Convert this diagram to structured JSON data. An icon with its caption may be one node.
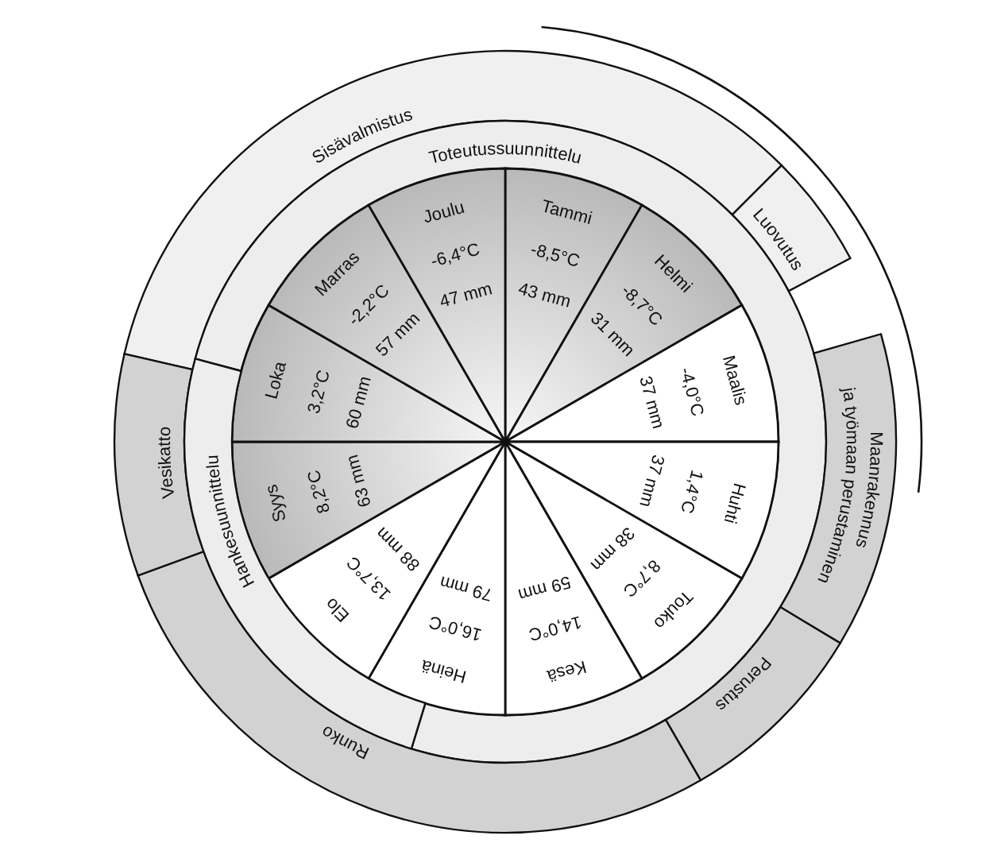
{
  "diagram": {
    "nodes": [
      {
        "text": [
          "Sisävalmistus"
        ]
      },
      {
        "text": [
          "Luovutus"
        ]
      },
      {
        "text": [
          "Toteutussuunnittelu"
        ]
      },
      {
        "text": [
          "Tammi",
          "-8,5°C",
          "43 mm"
        ]
      },
      {
        "text": [
          "Helmi",
          "-8,7°C",
          "31 mm"
        ]
      },
      {
        "text": [
          "Maalis",
          "-4,0°C",
          "37 mm"
        ]
      },
      {
        "text": [
          "Huhti",
          "1,4°C",
          "37 mm"
        ]
      },
      {
        "text": [
          "Touko",
          "8,7°C",
          "38 mm"
        ]
      },
      {
        "text": [
          "Kesä",
          "14,0°C",
          "59 mm"
        ]
      },
      {
        "text": [
          "Heinä",
          "16,0°C",
          "79 mm"
        ]
      },
      {
        "text": [
          "Elo",
          "13,7°C",
          "88 mm"
        ]
      },
      {
        "text": [
          "Syys",
          "8,2°C",
          "63 mm"
        ]
      },
      {
        "text": [
          "Loka",
          "3,2°C",
          "60 mm"
        ]
      },
      {
        "text": [
          "Marras",
          "-2,2°C",
          "57 mm"
        ]
      },
      {
        "text": [
          "Joulu",
          "-6,4°C",
          "47 mm"
        ]
      },
      {
        "text": [
          "Maanrakennus ja työmaan perustaminen"
        ]
      },
      {
        "text": [
          "Perustus"
        ]
      },
      {
        "text": [
          "Runko"
        ]
      },
      {
        "text": [
          "Vesikatto"
        ]
      },
      {
        "text": [
          "Hankesuunnittelu"
        ]
      }
    ]
  }
}
